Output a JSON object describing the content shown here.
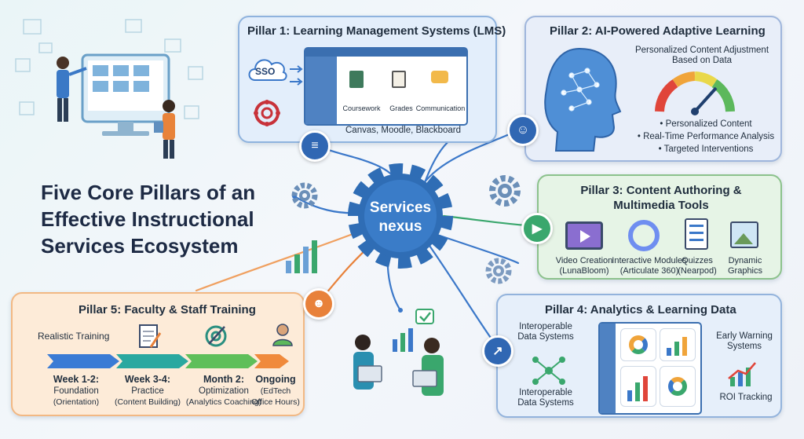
{
  "main_title": "Five Core Pillars of an Effective Instructional Services Ecosystem",
  "hub": {
    "line1": "Services",
    "line2": "nexus"
  },
  "pillar1": {
    "title": "Pillar 1: Learning Management Systems (LMS)",
    "sso": "SSO",
    "modules": [
      "Coursework",
      "Grades",
      "Communication"
    ],
    "platforms": "Canvas, Moodle, Blackboard"
  },
  "pillar2": {
    "title": "Pillar 2: AI-Powered Adaptive Learning",
    "gauge_label_1": "Personalized Content Adjustment",
    "gauge_label_2": "Based on Data",
    "bullets": [
      "• Personalized Content",
      "• Real-Time Performance Analysis",
      "• Targeted Interventions"
    ]
  },
  "pillar3": {
    "title_line1": "Pillar 3: Content Authoring &",
    "title_line2": "Multimedia Tools",
    "tools": [
      {
        "line1": "Video Creation",
        "line2": "(LunaBloom)"
      },
      {
        "line1": "Interactive Modules",
        "line2": "(Articulate 360)"
      },
      {
        "line1": "Quizzes",
        "line2": "(Nearpod)"
      },
      {
        "line1": "Dynamic",
        "line2": "Graphics"
      }
    ]
  },
  "pillar4": {
    "title": "Pillar 4:  Analytics & Learning Data",
    "label_top_left_1": "Interoperable",
    "label_top_left_2": "Data Systems",
    "label_bottom_left_1": "Interoperable",
    "label_bottom_left_2": "Data Systems",
    "label_right_1": "Early Warning",
    "label_right_2": "Systems",
    "label_roi": "ROI Tracking"
  },
  "pillar5": {
    "title": "Pillar 5: Faculty & Staff Training",
    "realistic": "Realistic Training",
    "steps": [
      {
        "head": "Week 1-2:",
        "sub1": "Foundation",
        "sub2": "(Orientation)",
        "color": "#3a7bd5"
      },
      {
        "head": "Week 3-4:",
        "sub1": "Practice",
        "sub2": "(Content Building)",
        "color": "#2aa8a0"
      },
      {
        "head": "Month 2:",
        "sub1": "Optimization",
        "sub2": "(Analytics Coaching)",
        "color": "#5fbf5a"
      },
      {
        "head": "Ongoing",
        "sub1": "(EdTech",
        "sub2": "Office Hours)",
        "color": "#f08a3c"
      }
    ]
  },
  "colors": {
    "hub": "#2f6db5",
    "pillar1_bg": "#e3eefb",
    "pillar2_bg": "#e8eef9",
    "pillar3_bg": "#e6f4e6",
    "pillar4_bg": "#e6effa",
    "pillar5_bg": "#fdebd8"
  }
}
